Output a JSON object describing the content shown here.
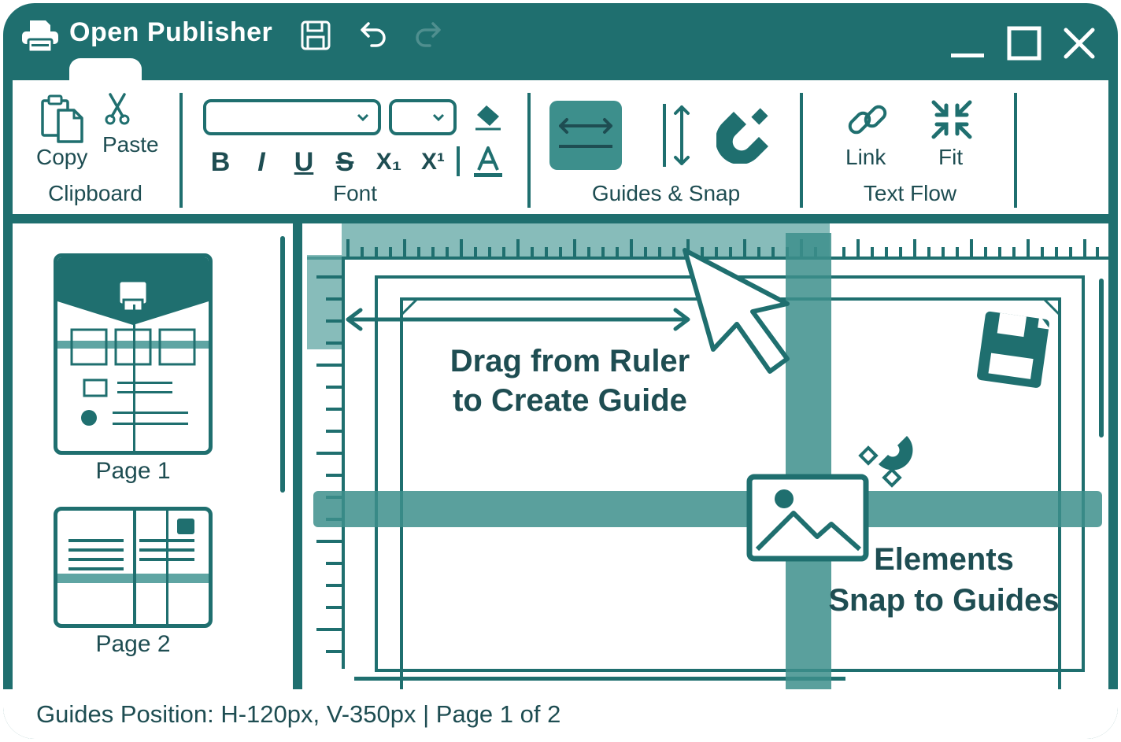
{
  "window": {
    "title": "Open Publisher"
  },
  "colors": {
    "primary": "#1f6f6f",
    "accent": "#3d8f8c",
    "text": "#1e4d52",
    "background": "#ffffff"
  },
  "titlebar": {
    "icons": [
      "printer-icon",
      "save-icon",
      "undo-icon",
      "redo-icon"
    ],
    "window_controls": [
      "minimize-icon",
      "maximize-icon",
      "close-icon"
    ]
  },
  "ribbon": {
    "clipboard": {
      "label": "Clipboard",
      "copy_label": "Copy",
      "paste_label": "Paste"
    },
    "font": {
      "label": "Font",
      "font_family_value": "",
      "font_size_value": "",
      "buttons": [
        "B",
        "I",
        "U",
        "S",
        "X₁",
        "X¹"
      ]
    },
    "guides": {
      "label": "Guides & Snap"
    },
    "text_flow": {
      "label": "Text Flow",
      "link_label": "Link",
      "fit_label": "Fit"
    }
  },
  "pages": [
    {
      "label": "Page 1"
    },
    {
      "label": "Page 2"
    }
  ],
  "canvas": {
    "callout_drag_line1": "Drag from Ruler",
    "callout_drag_line2": "to Create Guide",
    "callout_snap_line1": "Elements",
    "callout_snap_line2": "Snap to Guides"
  },
  "status": {
    "text": "Guides Position: H-120px, V-350px  |  Page 1 of 2"
  }
}
